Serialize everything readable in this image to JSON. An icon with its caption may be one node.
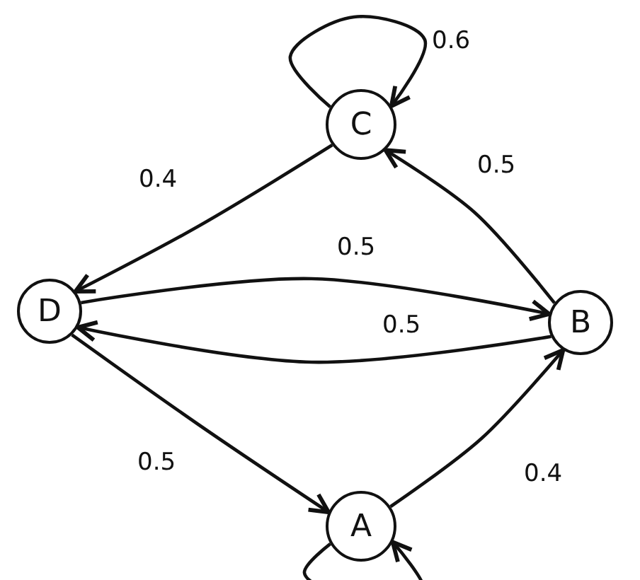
{
  "diagram": {
    "nodes": [
      {
        "text": [
          "C"
        ]
      },
      {
        "text": [
          "D"
        ]
      },
      {
        "text": [
          "B"
        ]
      },
      {
        "text": [
          "A"
        ]
      }
    ],
    "edges": [
      {
        "from": 0,
        "to": 0,
        "arrow": "to",
        "label": "0.6"
      },
      {
        "from": 2,
        "to": 0,
        "arrow": "to",
        "label": "0.5"
      },
      {
        "from": 0,
        "to": 1,
        "arrow": "to",
        "label": "0.4"
      },
      {
        "from": 1,
        "to": 2,
        "arrow": "to",
        "label": "0.5"
      },
      {
        "from": 2,
        "to": 1,
        "arrow": "to",
        "label": "0.5"
      },
      {
        "from": 1,
        "to": 3,
        "arrow": "to",
        "label": "0.5"
      },
      {
        "from": 3,
        "to": 2,
        "arrow": "to",
        "label": "0.4"
      },
      {
        "from": 3,
        "to": 3,
        "arrow": "to"
      }
    ]
  }
}
